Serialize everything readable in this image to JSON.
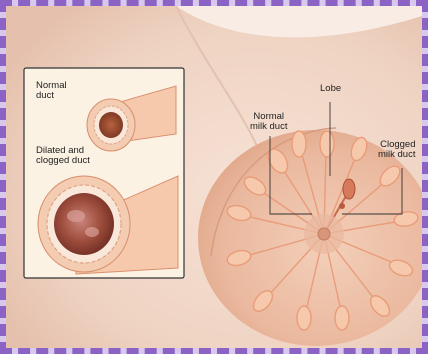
{
  "inset": {
    "normal_label": "Normal\nduct",
    "clogged_label": "Dilated and\nclogged duct"
  },
  "callouts": {
    "lobe": "Lobe",
    "normal_milk_duct": "Normal\nmilk duct",
    "clogged_milk_duct": "Clogged\nmilk duct"
  },
  "colors": {
    "frame": "#8a63c4",
    "skin": "#f2d9c9",
    "areola": "#e8b9a0",
    "inset_bg": "#fbf2e3",
    "duct": "#f3c2a3",
    "clog": "#8a3b2c"
  }
}
